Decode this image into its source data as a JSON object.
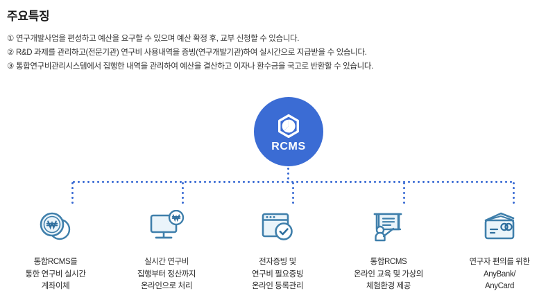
{
  "page": {
    "title": "주요특징"
  },
  "bullets": [
    {
      "mark": "①",
      "text": "연구개발사업을 편성하고 예산을 요구할 수 있으며 예산 확정 후, 교부 신청할 수 있습니다."
    },
    {
      "mark": "②",
      "text": "R&D 과제를 관리하고(전문기관) 연구비 사용내역을 증빙(연구개발기관)하여 실시간으로 지급받을 수 있습니다."
    },
    {
      "mark": "③",
      "text": "통합연구비관리시스템에서 집행한 내역을 관리하여 예산을 결산하고 이자나 환수금을 국고로 반환할 수 있습니다."
    }
  ],
  "logo": {
    "label": "RCMS",
    "icon": "rcms-hexagon-icon",
    "circle_color": "#3b6cd4",
    "text_color": "#ffffff"
  },
  "connector": {
    "color": "#3b6cd4",
    "style": "dotted"
  },
  "features": [
    {
      "icon": "won-coins-icon",
      "label": "통합RCMS를\n통한 연구비 실시간\n계좌이체"
    },
    {
      "icon": "monitor-won-icon",
      "label": "실시간 연구비\n집행부터 정산까지\n온라인으로 처리"
    },
    {
      "icon": "browser-check-icon",
      "label": "전자증빙 및\n연구비 필요증빙\n온라인 등록관리"
    },
    {
      "icon": "presentation-person-icon",
      "label": "통합RCMS\n온라인 교육 및 가상의\n체험환경 제공"
    },
    {
      "icon": "credit-cards-icon",
      "label": "연구자 편의를 위한\nAnyBank/\nAnyCard"
    }
  ],
  "colors": {
    "accent_blue": "#3b6cd4",
    "icon_blue": "#3f7fab",
    "icon_fill": "#e8f2f8",
    "text_dark": "#2b2b2b"
  }
}
